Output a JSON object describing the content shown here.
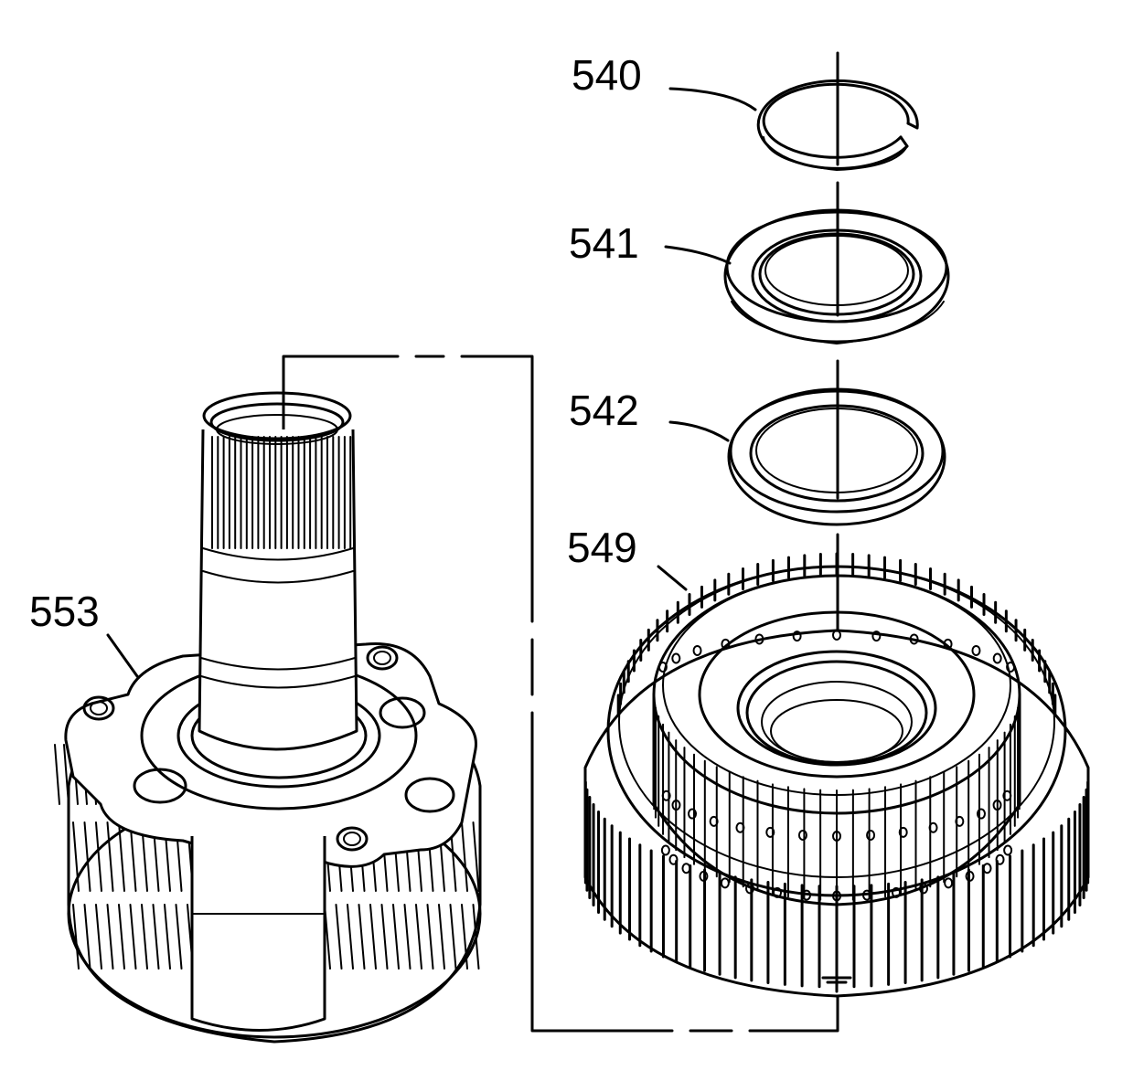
{
  "diagram": {
    "callouts": [
      {
        "id": "540",
        "label": "540"
      },
      {
        "id": "541",
        "label": "541"
      },
      {
        "id": "542",
        "label": "542"
      },
      {
        "id": "549",
        "label": "549"
      },
      {
        "id": "553",
        "label": "553"
      }
    ],
    "colors": {
      "line": "#000000",
      "background": "#ffffff"
    }
  }
}
